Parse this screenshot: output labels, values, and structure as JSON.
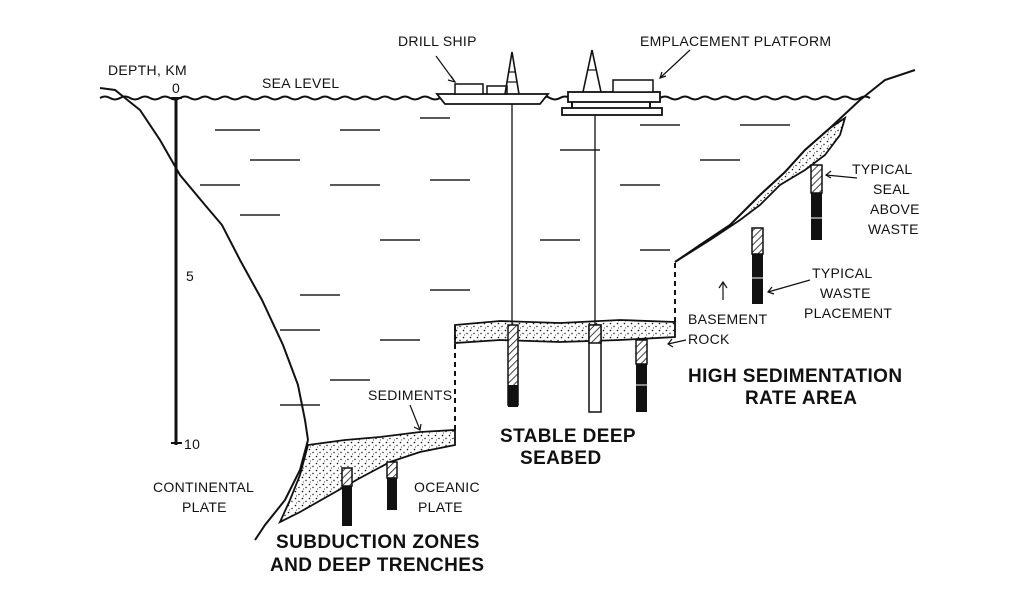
{
  "labels": {
    "depth_axis": "DEPTH, KM",
    "depth_0": "0",
    "depth_5": "5",
    "depth_10": "10",
    "sea_level": "SEA LEVEL",
    "drill_ship": "DRILL SHIP",
    "emplacement_platform": "EMPLACEMENT PLATFORM",
    "typical_seal_1": "TYPICAL",
    "typical_seal_2": "SEAL",
    "typical_seal_3": "ABOVE",
    "typical_seal_4": "WASTE",
    "typical_waste_1": "TYPICAL",
    "typical_waste_2": "WASTE",
    "typical_waste_3": "PLACEMENT",
    "basement_rock_1": "BASEMENT",
    "basement_rock_2": "ROCK",
    "sediments": "SEDIMENTS",
    "continental_plate_1": "CONTINENTAL",
    "continental_plate_2": "PLATE",
    "oceanic_plate_1": "OCEANIC",
    "oceanic_plate_2": "PLATE"
  },
  "regions": {
    "high_sedimentation_1": "HIGH SEDIMENTATION",
    "high_sedimentation_2": "RATE AREA",
    "stable_seabed_1": "STABLE DEEP",
    "stable_seabed_2": "SEABED",
    "subduction_1": "SUBDUCTION ZONES",
    "subduction_2": "AND DEEP TRENCHES"
  },
  "colors": {
    "ink": "#111111",
    "background": "#ffffff"
  }
}
